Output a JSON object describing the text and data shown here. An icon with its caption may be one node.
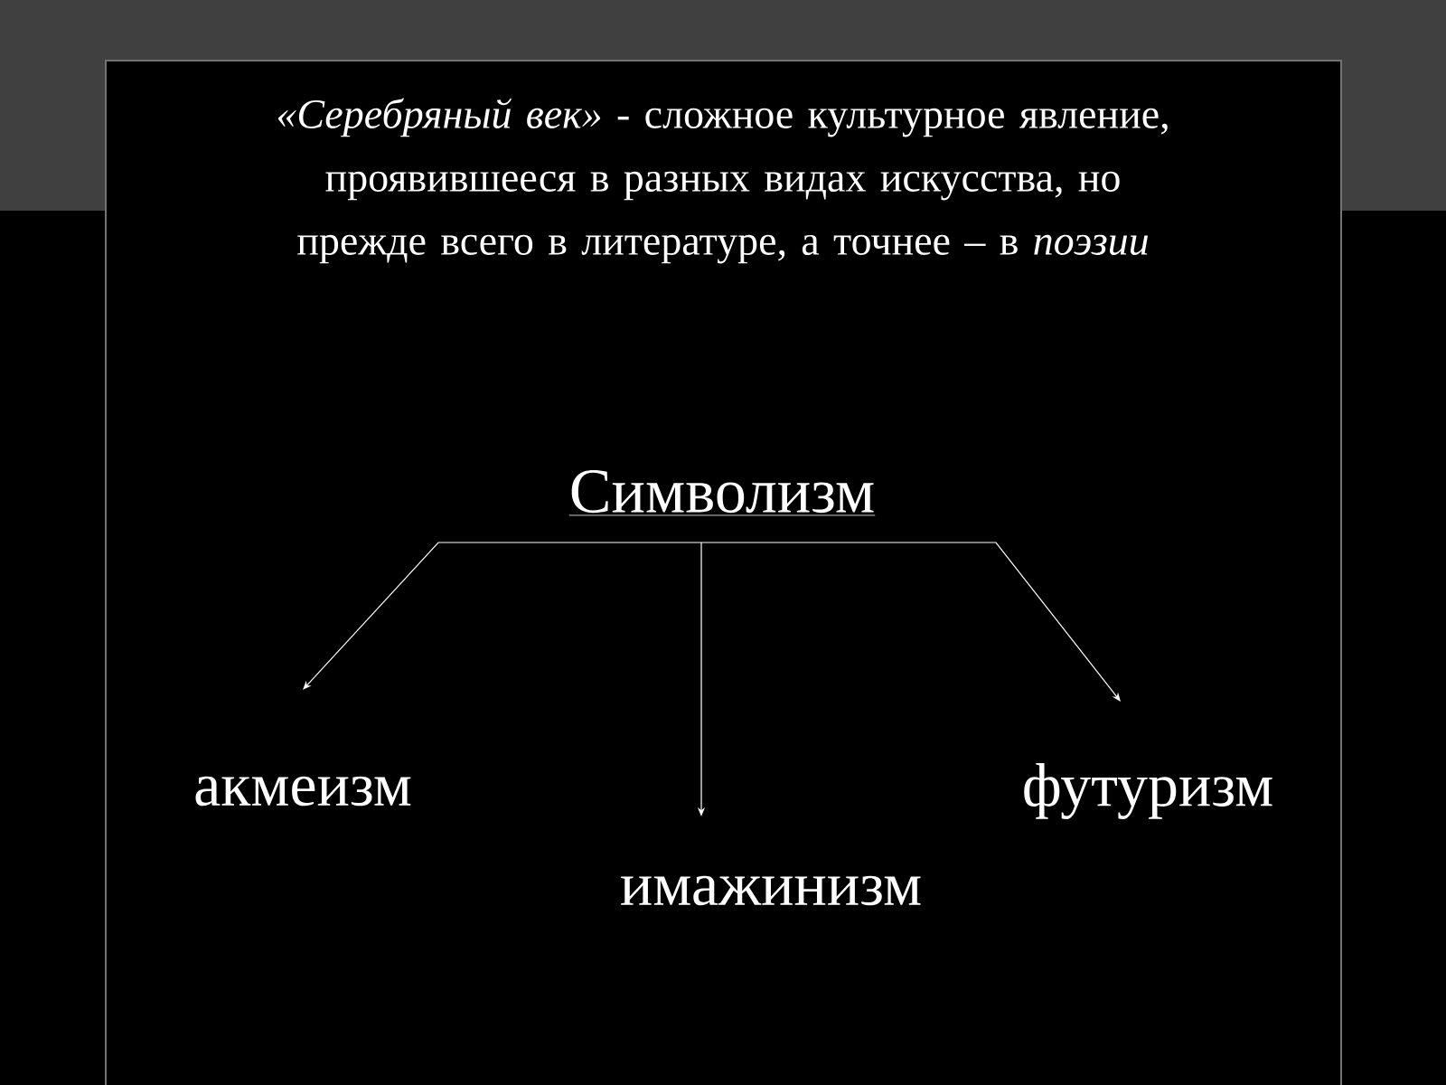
{
  "diagram": {
    "title": "*«Серебряный век»* - сложное культурное явление, проявившееся в разных видах искусства, но прежде всего в литературе, а точнее – в *поэзии*",
    "nodes": [
      {
        "text": [
          "Символизм"
        ]
      },
      {
        "text": [
          "акмеизм"
        ]
      },
      {
        "text": [
          "имажинизм"
        ]
      },
      {
        "text": [
          "футуризм"
        ]
      }
    ],
    "edges": [
      {
        "from": 0,
        "to": 1,
        "arrow": "to"
      },
      {
        "from": 0,
        "to": 2,
        "arrow": "to"
      },
      {
        "from": 0,
        "to": 3,
        "arrow": "to"
      }
    ]
  }
}
